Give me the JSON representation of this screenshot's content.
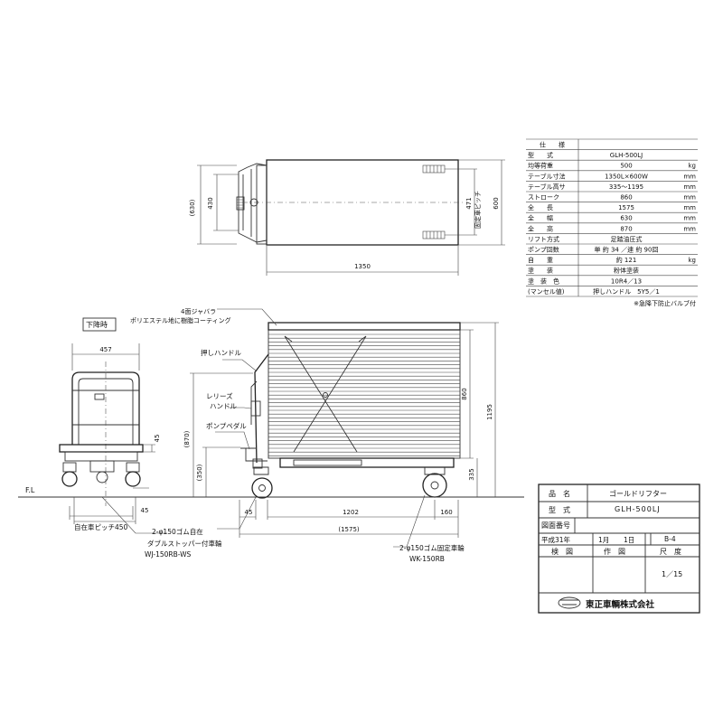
{
  "spec": {
    "header": "仕　　様",
    "rows": [
      {
        "label": "型　　式",
        "value": "GLH-500LJ",
        "unit": ""
      },
      {
        "label": "均等荷重",
        "value": "500",
        "unit": "kg"
      },
      {
        "label": "テーブル寸法",
        "value": "1350L×600W",
        "unit": "mm"
      },
      {
        "label": "テーブル高サ",
        "value": "335～1195",
        "unit": "mm"
      },
      {
        "label": "ストローク",
        "value": "860",
        "unit": "mm"
      },
      {
        "label": "全　　長",
        "value": "1575",
        "unit": "mm"
      },
      {
        "label": "全　　幅",
        "value": "630",
        "unit": "mm"
      },
      {
        "label": "全　　高",
        "value": "870",
        "unit": "mm"
      },
      {
        "label": "リフト方式",
        "value": "足踏油圧式",
        "unit": ""
      },
      {
        "label": "ポンプ回数",
        "value": "単 約 34 ／連 約 90回",
        "unit": ""
      },
      {
        "label": "自　　重",
        "value": "約 121",
        "unit": "kg"
      },
      {
        "label": "塗　　装",
        "value": "粉体塗装",
        "unit": ""
      },
      {
        "label": "塗　装　色",
        "value": "10R4／13",
        "unit": ""
      },
      {
        "label": "(マンセル値)",
        "value": "押しハンドル　5Y5／1",
        "unit": ""
      }
    ],
    "note": "※急降下防止バルブ付"
  },
  "title_block": {
    "name_label": "品　名",
    "name_value": "ゴールドリフター",
    "model_label": "型　式",
    "model_value": "GLH-500LJ",
    "drawing_no_label": "図面番号",
    "date_era": "平成31年",
    "date_month": "1月",
    "date_day": "1日",
    "sheet": "B-4",
    "check_label": "検　図",
    "draw_label": "作　図",
    "scale_label": "尺　度",
    "scale_value": "1／15",
    "company": "東正車輌株式会社"
  },
  "top_view": {
    "dim_length": "1350",
    "dim_630": "(630)",
    "dim_430": "430",
    "dim_471": "471",
    "dim_600": "600",
    "pitch_label": "固定車ピッチ"
  },
  "side_view": {
    "bellows_label_1": "4面ジャバラ",
    "bellows_label_2": "ポリエステル地に樹脂コーティング",
    "push_handle": "押しハンドル",
    "release_handle_1": "レリーズ",
    "release_handle_2": "ハンドル",
    "pump_pedal": "ポンプペダル",
    "dim_870": "(870)",
    "dim_350": "(350)",
    "dim_860": "860",
    "dim_1195": "1195",
    "dim_335": "335",
    "dim_45_left": "45",
    "dim_1202": "1202",
    "dim_160": "160",
    "dim_1575": "(1575)",
    "caster_fixed_1": "2-φ150ゴム固定車輪",
    "caster_fixed_2": "WK-150RB"
  },
  "front_view": {
    "lowered_label": "下降時",
    "dim_457": "457",
    "dim_45_top": "45",
    "dim_45_bottom": "45",
    "fl_label": "F.L",
    "caster_pitch": "自在車ピッチ450",
    "caster_swivel_1": "2-φ150ゴム自在",
    "caster_swivel_2": "ダブルストッパー付車輪",
    "caster_swivel_3": "WJ-150RB-WS"
  }
}
